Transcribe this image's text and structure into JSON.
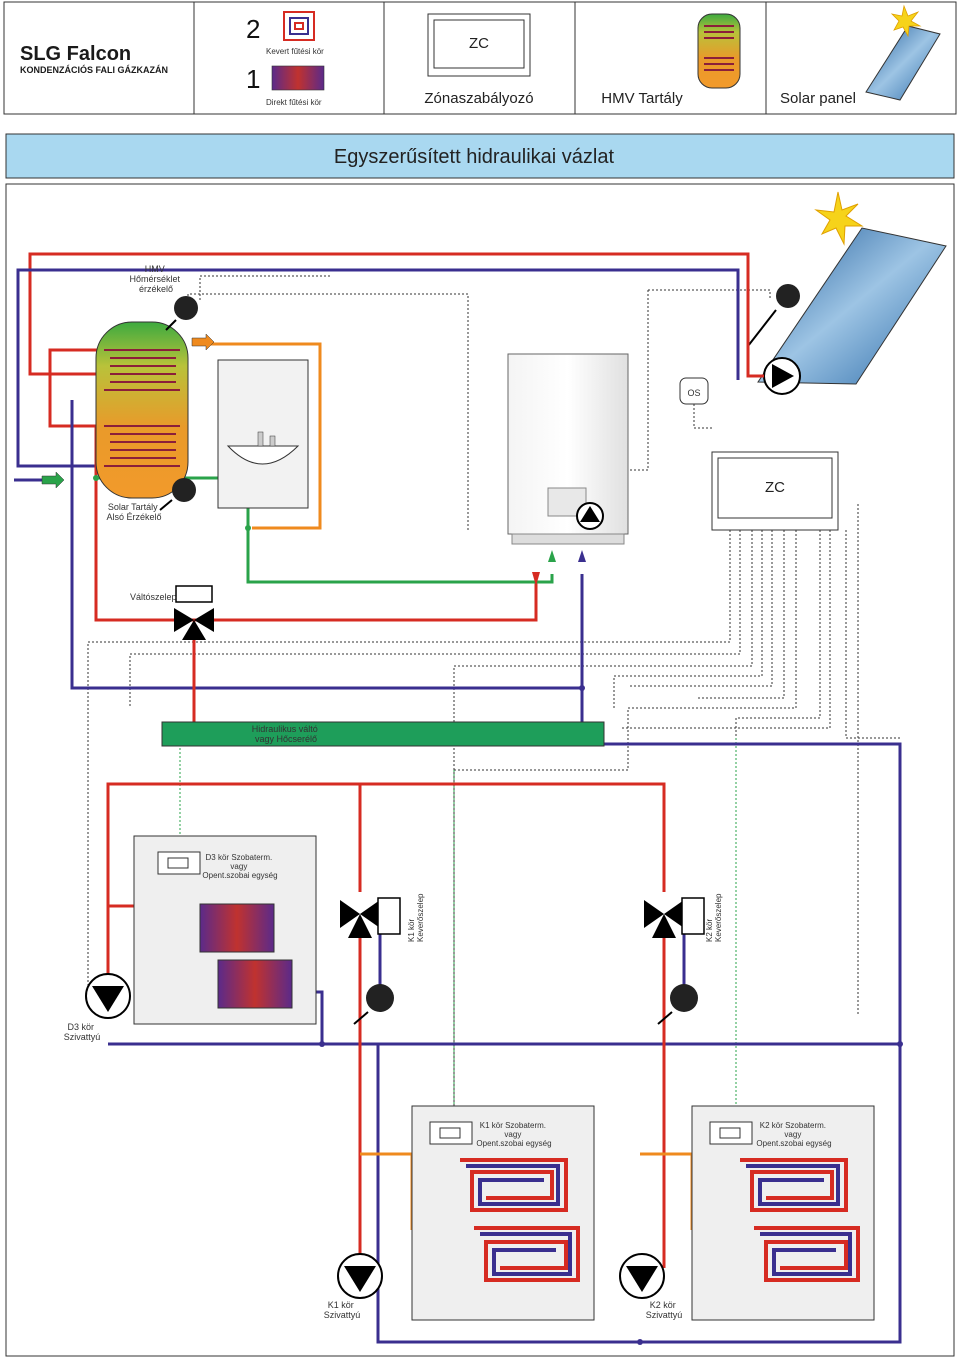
{
  "header": {
    "brand": "SLG Falcon",
    "brand_sub": "KONDENZÁCIÓS FALI GÁZKAZÁN",
    "mixed_number": "2",
    "mixed_label": "Kevert fűtési kör",
    "direct_number": "1",
    "direct_label": "Direkt fűtési kör",
    "zone_box_text": "ZC",
    "zone_label": "Zónaszabályozó",
    "hmv_label": "HMV Tartály",
    "solar_label": "Solar panel"
  },
  "title": "Egyszerűsített hidraulikai vázlat",
  "labels": {
    "hmv_sensor": [
      "HMV",
      "Hőmérséklet",
      "érzékelő"
    ],
    "solar_sensor": [
      "Solar Tartály",
      "Alsó Érzékelő"
    ],
    "os": "OS",
    "zc": "ZC",
    "valve": "Váltószelep",
    "hydraulic": [
      "Hidraulikus váltó",
      "vagy Hőcserélő"
    ],
    "d3_room": [
      "D3 kör Szobaterm.",
      "vagy",
      "Opent.szobai egység"
    ],
    "k1_mixer": [
      "K1 kör",
      "Keverőszelep"
    ],
    "k2_mixer": [
      "K2 kör",
      "Keverőszelep"
    ],
    "d3_pump": [
      "D3 kör",
      "Szivattyú"
    ],
    "k1_room": [
      "K1 kör Szobaterm.",
      "vagy",
      "Opent.szobai egység"
    ],
    "k2_room": [
      "K2 kör Szobaterm.",
      "vagy",
      "Opent.szobai egység"
    ],
    "k1_pump": [
      "K1 kör",
      "Szivattyú"
    ],
    "k2_pump": [
      "K2 kör",
      "Szivattyú"
    ]
  },
  "colors": {
    "supply": "#d62b22",
    "return": "#3a2f8f",
    "cold_water": "#2aa34a",
    "hot_water": "#ef8a1e",
    "title_bar": "#a9d8f0",
    "hydraulic_separator": "#1e9e5a"
  }
}
